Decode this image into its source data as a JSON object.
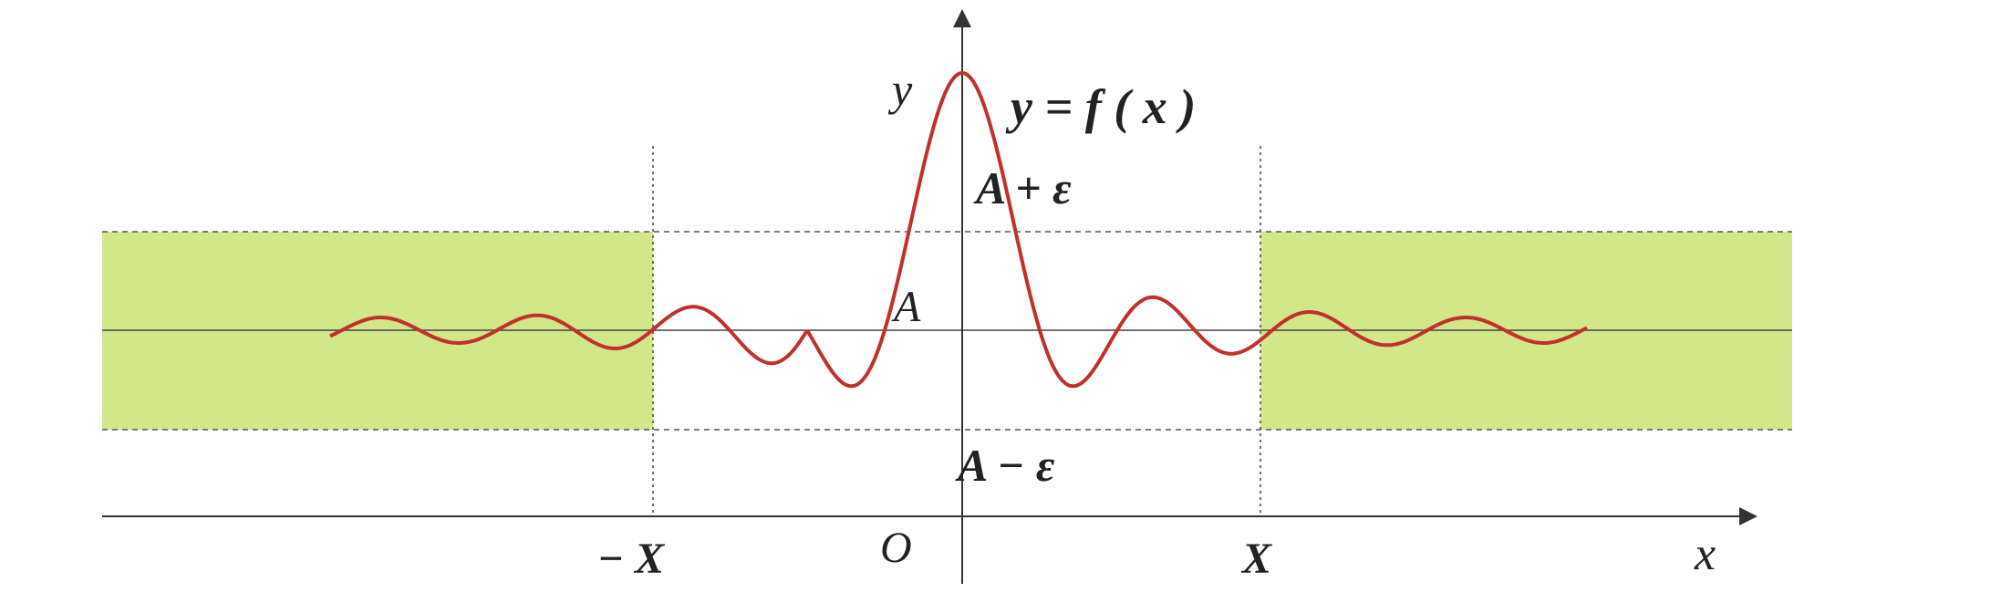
{
  "colors": {
    "band_fill": "#d2e68a",
    "curve": "#c0312b",
    "axis": "#333333",
    "dashed": "#555555"
  },
  "chart_data": {
    "type": "line",
    "description_curve": "damped oscillation about the horizontal line y = A",
    "labels": {
      "y_axis": "y",
      "x_axis": "x",
      "origin": "O",
      "function": "y = f ( x )",
      "upper": "A + ε",
      "limit": "A",
      "lower": "A − ε",
      "neg_x": "− X",
      "pos_x": "X"
    }
  }
}
